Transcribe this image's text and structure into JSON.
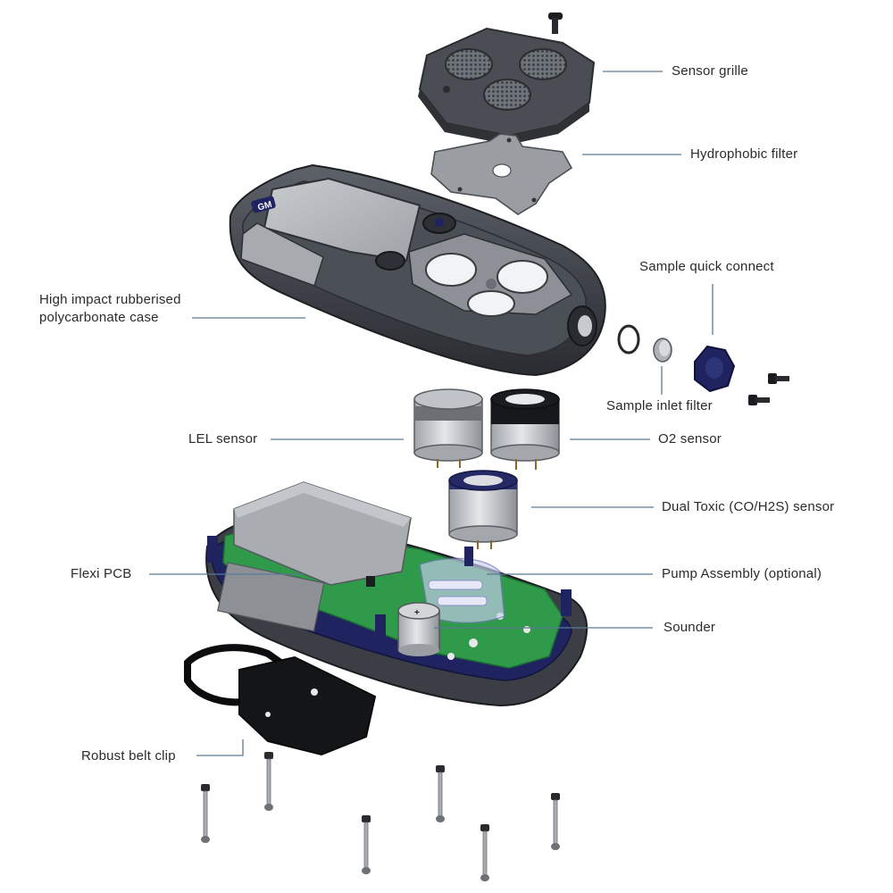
{
  "diagram": {
    "labels": {
      "sensor_grille": "Sensor grille",
      "hydrophobic_filter": "Hydrophobic filter",
      "sample_quick_connect": "Sample quick connect",
      "case_line1": "High impact rubberised",
      "case_line2": "polycarbonate case",
      "sample_inlet_filter": "Sample inlet filter",
      "lel_sensor": "LEL sensor",
      "o2_sensor": "O2 sensor",
      "dual_toxic_sensor": "Dual Toxic (CO/H2S) sensor",
      "flexi_pcb": "Flexi PCB",
      "pump_assembly": "Pump Assembly (optional)",
      "sounder": "Sounder",
      "belt_clip": "Robust belt clip"
    },
    "logo_text": "GM",
    "colors": {
      "leader_line": "#5b7a92",
      "case_dark": "#3f4248",
      "case_light": "#6b7079",
      "pcb_green": "#2f9a4a",
      "navy_accent": "#1f2460",
      "sensor_metal": "#c9cbce"
    }
  }
}
